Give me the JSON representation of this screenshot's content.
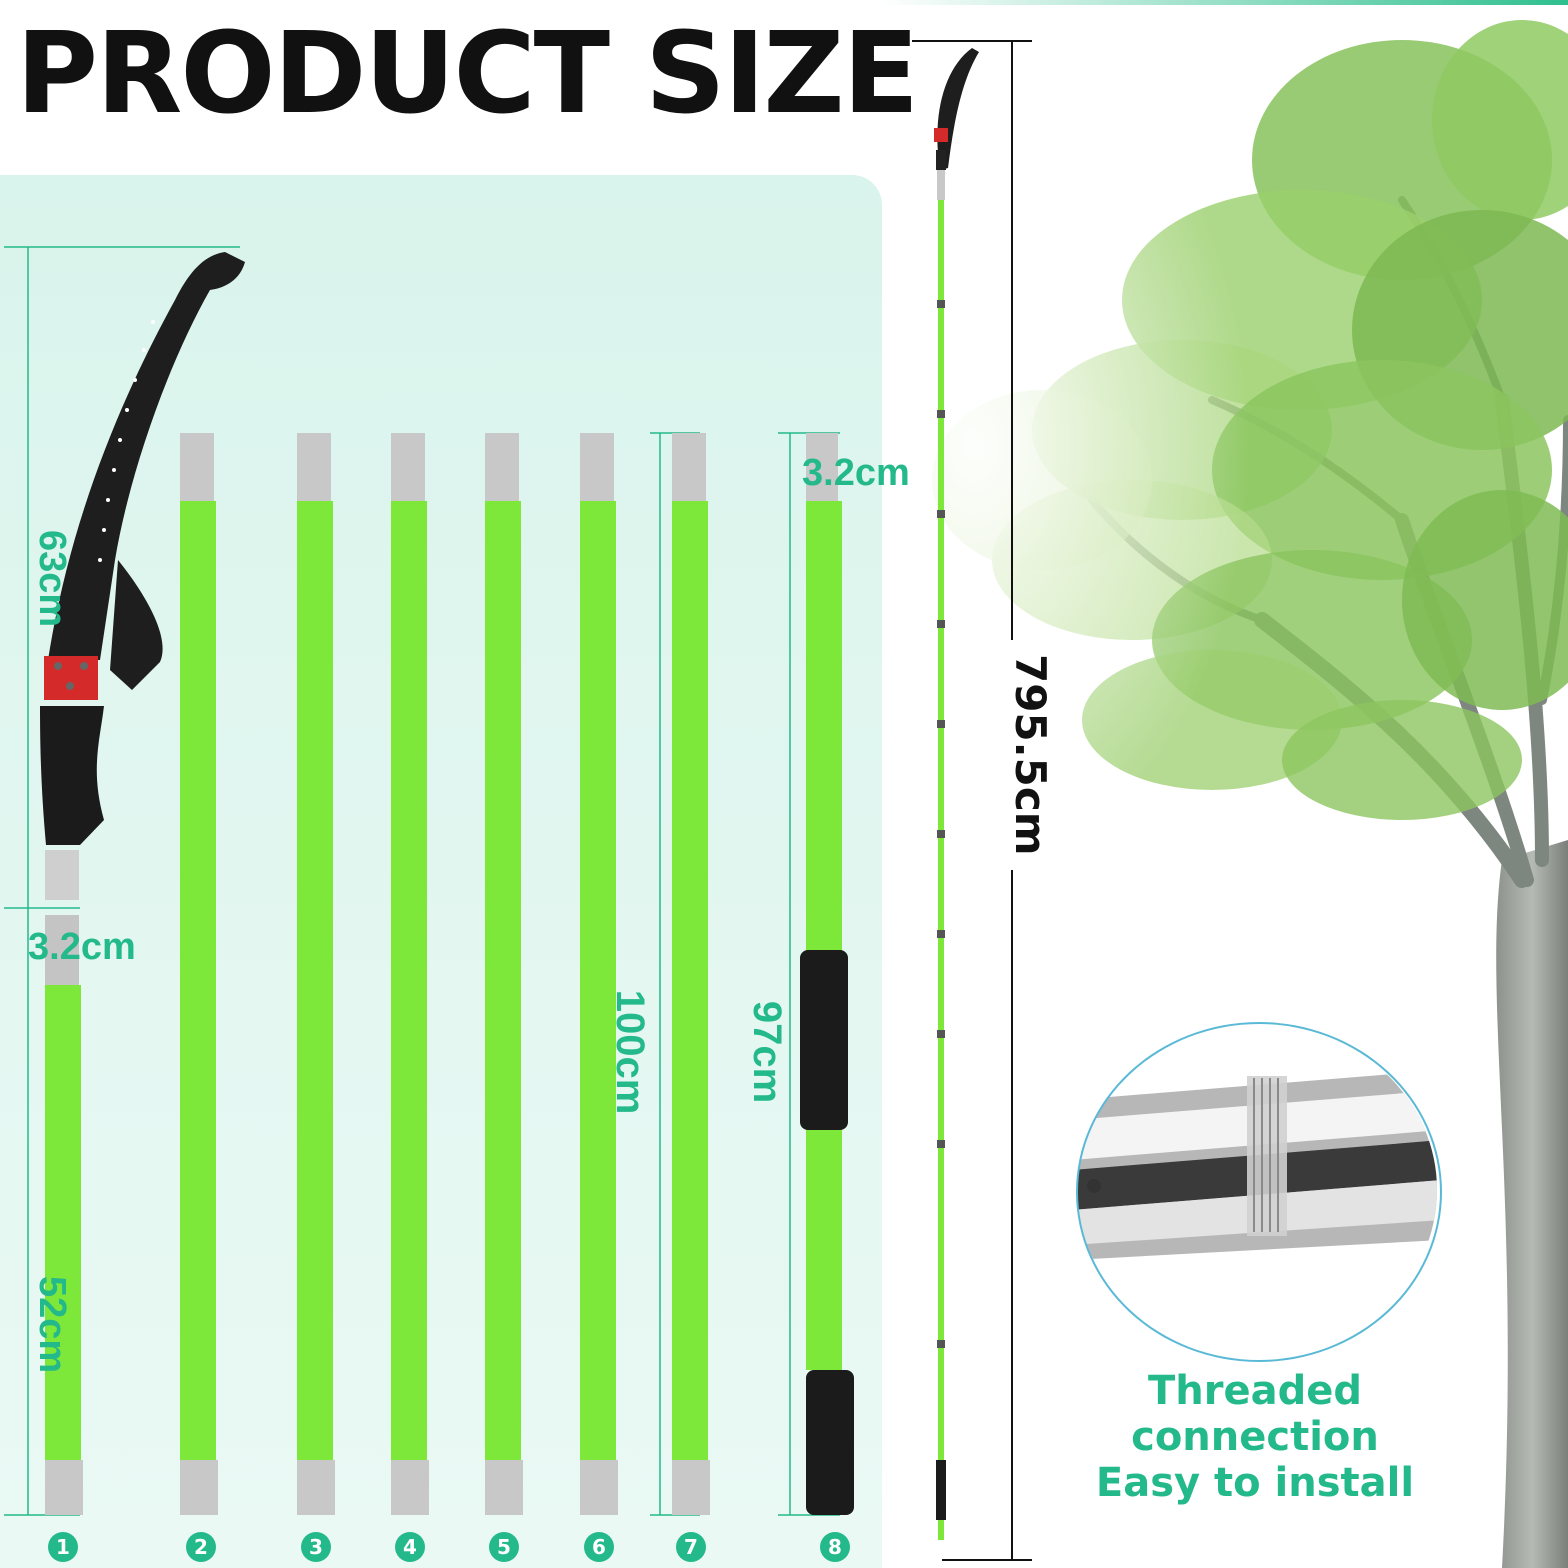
{
  "title": "PRODUCT SIZE",
  "dimensions": {
    "saw_head": "63cm",
    "thread_left": "3.2cm",
    "pole_lower": "52cm",
    "pole_standard": "100cm",
    "pole_handle": "97cm",
    "thread_right": "3.2cm",
    "total": "795.5cm"
  },
  "piece_numbers": [
    "1",
    "2",
    "3",
    "4",
    "5",
    "6",
    "7",
    "8"
  ],
  "caption": {
    "line1": "Threaded connection",
    "line2": "Easy to install"
  },
  "colors": {
    "accent": "#23b98a",
    "pole_green": "#7ee83a",
    "chrome": "#c8c8c8",
    "grip_black": "#1b1b1b",
    "bracket_red": "#d42a2a"
  }
}
